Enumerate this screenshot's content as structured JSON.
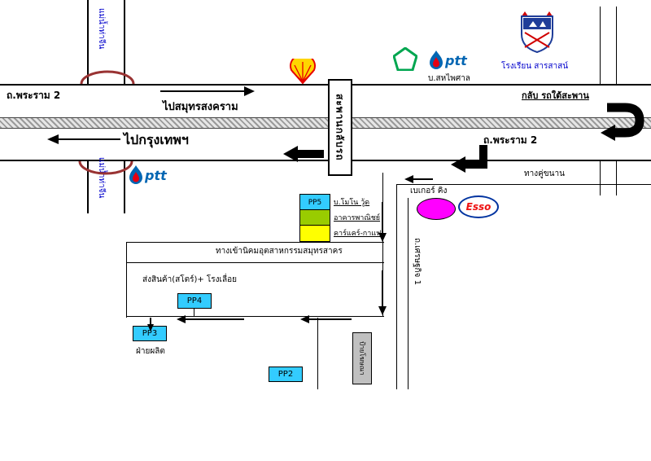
{
  "map": {
    "roads": {
      "rama2_label_left": "ถ.พระราม 2",
      "rama2_label_right": "ถ.พระราม 2",
      "to_samut_songkhram": "ไปสมุทรสงคราม",
      "to_bangkok": "ไปกรุงเทพฯ",
      "uturn_note": "กลับ รถใต้สะพาน",
      "parallel_road": "ทางคู่ขนาน",
      "setthakit_road": "ถ.เศรษฐกิจ 1",
      "industrial_estate_entrance": "ทางเข้านิคมอุตสาหกรรมสมุทรสาคร"
    },
    "landmarks": {
      "river_top": "แม่น้ำท่าจีน",
      "river_bottom": "แม่น้ำท่าจีน",
      "center_sign": "สะพานกลับรถ",
      "saha_paisan": "บ.สหไพศาล",
      "school": "โรงเรียน สารสาสน์",
      "baker_king": "เบเกอร์ คิง",
      "esso": "Esso",
      "ptt": "ptt",
      "billboard": "ป้ายโฆษณา",
      "store_sawmill": "ส่งสินค้า(สโตร์)+ โรงเลื่อย",
      "production_dept": "ฝ่ายผลิต"
    },
    "legend": {
      "items": [
        {
          "box_label": "PP5",
          "color": "#33CCFF",
          "text": "บ.โมโน วู้ด"
        },
        {
          "box_label": "",
          "color": "#99CC00",
          "text": "อาคารพาณิชย์"
        },
        {
          "box_label": "",
          "color": "#FFFF00",
          "text": "คาร์แคร์-กาแฟ"
        }
      ]
    },
    "buildings": {
      "pp4": "PP4",
      "pp3": "PP3",
      "pp2": "PP2"
    },
    "icons": {
      "shell": "shell-logo",
      "ptt": "ptt-flame-logo",
      "bangchak_pentagon": "green-pentagon-logo",
      "school_crest": "school-crest-logo",
      "esso": "esso-oval-logo",
      "magenta_oval": "magenta-oval-landmark"
    },
    "colors": {
      "building_fill": "#33CCFF",
      "legend_green": "#99CC00",
      "legend_yellow": "#FFFF00",
      "magenta_oval": "#FF00FF",
      "billboard_gray": "#C0C0C0",
      "river_text": "#0000CC",
      "school_text": "#0000CC",
      "ptt_blue": "#0066B3",
      "esso_red": "#EE1111",
      "shell_yellow": "#FFD500",
      "shell_red": "#E60000",
      "pentagon_green": "#00A650",
      "bridge_arc": "#993333"
    }
  }
}
